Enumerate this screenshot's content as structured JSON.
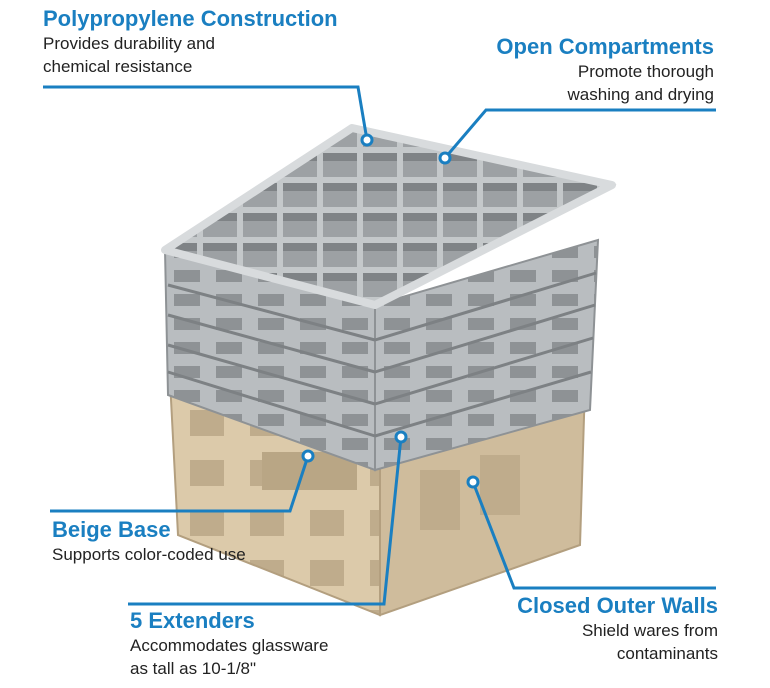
{
  "colors": {
    "accent": "#1a7fc1",
    "rack_gray": "#b8bcbf",
    "rack_gray_dark": "#8e9295",
    "rack_gray_light": "#d5d8da",
    "base_beige": "#d8c6a8",
    "base_beige_dark": "#b8a586"
  },
  "callouts": {
    "polypropylene": {
      "title": "Polypropylene Construction",
      "line1": "Provides durability and",
      "line2": "chemical resistance"
    },
    "open": {
      "title": "Open Compartments",
      "line1": "Promote thorough",
      "line2": "washing and drying"
    },
    "beige": {
      "title": "Beige Base",
      "line1": "Supports color-coded use"
    },
    "extenders": {
      "title": "5 Extenders",
      "line1": "Accommodates glassware",
      "line2": "as tall as 10-1/8\""
    },
    "closed": {
      "title": "Closed Outer Walls",
      "line1": "Shield wares from",
      "line2": "contaminants"
    }
  }
}
